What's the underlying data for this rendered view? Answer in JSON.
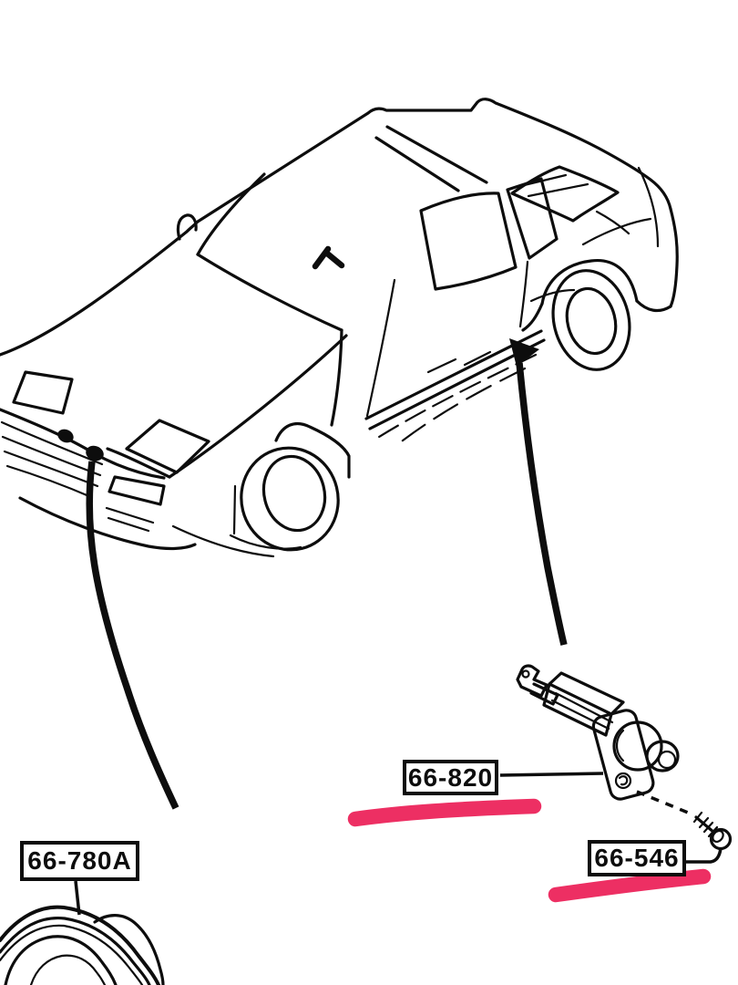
{
  "page": {
    "background_color": "#ffffff",
    "kind": "scanned auto parts fiche diagram with marker highlights"
  },
  "diagram": {
    "vehicle_drawing": "sports-car-three-quarter-front-view",
    "line_color": "#0d0d0d",
    "highlight_color": "#ed2f63",
    "callouts": [
      {
        "code": "66-820",
        "part": "door-courtesy-light-switch",
        "highlighted": true
      },
      {
        "code": "66-546",
        "part": "tapping-screw",
        "highlighted": true
      },
      {
        "code": "66-780A",
        "part": "front-speaker",
        "highlighted": false
      }
    ]
  }
}
